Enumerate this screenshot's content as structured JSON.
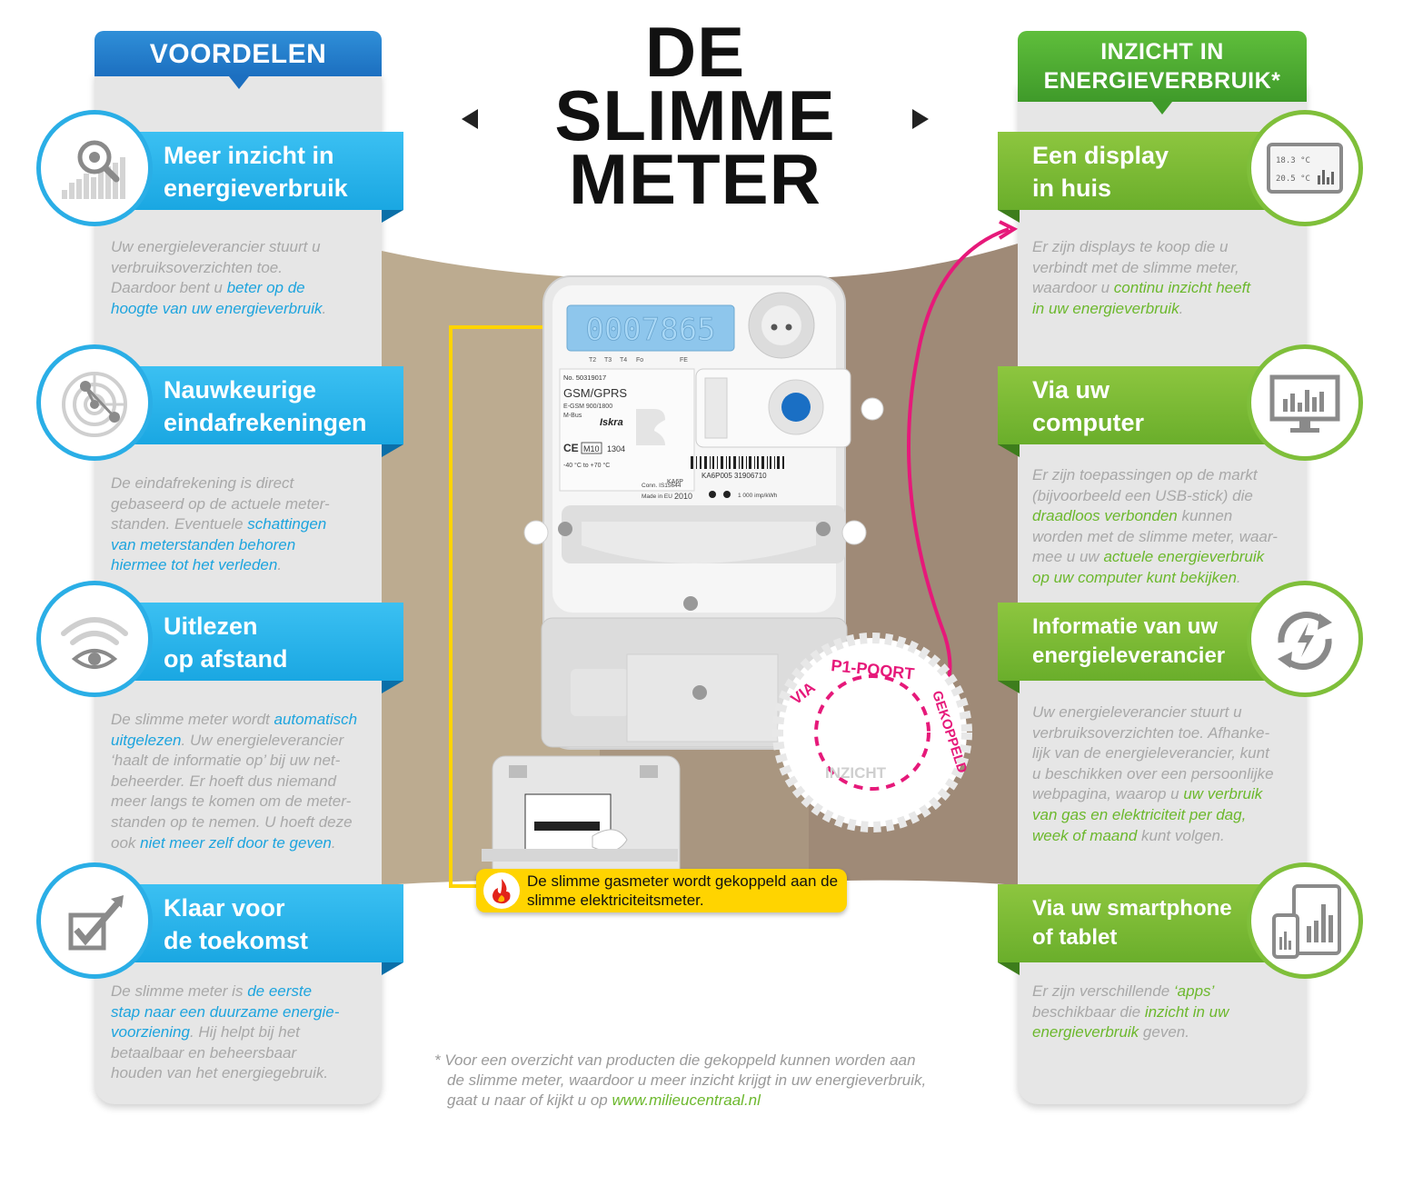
{
  "title": {
    "line1": "DE",
    "line2": "SLIMME",
    "line3": "METER"
  },
  "left": {
    "header": "VOORDELEN",
    "items": [
      {
        "title1": "Meer inzicht in",
        "title2": "energieverbruik",
        "icon": "magnifier-chart-icon",
        "desc": [
          [
            "Uw energieleverancier stuurt u"
          ],
          [
            "verbruiksoverzichten toe."
          ],
          [
            "Daardoor bent u ",
            "beter op de"
          ],
          [
            "hoogte van uw energieverbruik",
            "."
          ]
        ]
      },
      {
        "title1": "Nauwkeurige",
        "title2": "eindafrekeningen",
        "icon": "radar-icon",
        "desc": [
          [
            "De eindafrekening is direct"
          ],
          [
            "gebaseerd op de actuele meter-"
          ],
          [
            "standen. Eventuele ",
            "schattingen"
          ],
          [
            "van meterstanden behoren"
          ],
          [
            "hiermee tot het verleden",
            "."
          ]
        ]
      },
      {
        "title1": "Uitlezen",
        "title2": "op afstand",
        "icon": "wireless-eye-icon",
        "desc": [
          [
            "De slimme meter wordt ",
            "automatisch"
          ],
          [
            "uitgelezen",
            ". Uw energieleverancier"
          ],
          [
            "‘haalt de informatie op’ bij uw net-"
          ],
          [
            "beheerder. Er hoeft dus niemand"
          ],
          [
            "meer langs te komen om de meter-"
          ],
          [
            "standen op te nemen. U hoeft deze"
          ],
          [
            "ook ",
            "niet meer zelf door te geven",
            "."
          ]
        ]
      },
      {
        "title1": "Klaar voor",
        "title2": "de toekomst",
        "icon": "checkbox-arrow-icon",
        "desc": [
          [
            "De slimme meter is ",
            "de eerste"
          ],
          [
            "stap naar een duurzame energie-"
          ],
          [
            "voorziening",
            ". Hij helpt bij het"
          ],
          [
            "betaalbaar en beheersbaar"
          ],
          [
            "houden van het energiegebruik."
          ]
        ]
      }
    ]
  },
  "right": {
    "header1": "INZICHT IN",
    "header2": "ENERGIEVERBRUIK*",
    "items": [
      {
        "title1": "Een display",
        "title2": "in huis",
        "icon": "home-display-icon",
        "display_temp1": "18.3 °C",
        "display_temp2": "20.5 °C",
        "desc": [
          [
            "Er zijn displays te koop die u"
          ],
          [
            "verbindt met de slimme meter,"
          ],
          [
            "waardoor u ",
            "continu inzicht heeft"
          ],
          [
            "in uw energieverbruik",
            "."
          ]
        ]
      },
      {
        "title1": "Via uw",
        "title2": "computer",
        "icon": "computer-monitor-icon",
        "desc": [
          [
            "Er zijn toepassingen op de markt"
          ],
          [
            "(bijvoorbeeld een USB-stick) die"
          ],
          [
            "draadloos verbonden",
            " kunnen"
          ],
          [
            "worden met de slimme meter, waar-"
          ],
          [
            "mee u uw ",
            "actuele energieverbruik"
          ],
          [
            "op uw computer kunt bekijken",
            "."
          ]
        ]
      },
      {
        "title1": "Informatie van uw",
        "title2": "energieleverancier",
        "icon": "refresh-lightning-icon",
        "desc": [
          [
            "Uw energieleverancier stuurt u"
          ],
          [
            "verbruiksoverzichten toe. Afhanke-"
          ],
          [
            "lijk van de energieleverancier, kunt"
          ],
          [
            "u beschikken over een persoonlijke"
          ],
          [
            "webpagina, waarop u ",
            "uw verbruik"
          ],
          [
            "van gas en elektriciteit per dag,"
          ],
          [
            "week of maand",
            " kunt volgen."
          ]
        ]
      },
      {
        "title1": "Via uw smartphone",
        "title2": "of tablet",
        "icon": "phone-tablet-icon",
        "desc": [
          [
            "Er zijn verschillende ",
            "‘apps’"
          ],
          [
            "beschikbaar die ",
            "inzicht in uw"
          ],
          [
            "energieverbruik",
            " geven."
          ]
        ]
      }
    ]
  },
  "meter": {
    "display_reading": "0007865",
    "tariff_labels": [
      "T2",
      "T3",
      "T4",
      "Fo",
      "FE"
    ],
    "serial": "No. 50319017",
    "type": "GSM/GPRS",
    "type_sub": "E-GSM 900/1800",
    "bus": "M-Bus",
    "brand": "Iskra",
    "ce": "CE",
    "cert": "M10",
    "cert_no": "1304",
    "temp_range": "-40 °C to +70 °C",
    "model": "KA6P",
    "conn": "Conn. IS15644",
    "made_in": "Made in EU",
    "year": "2010",
    "barcode_text": "KA6P005 31906710",
    "imp": "1 000 imp/kWh"
  },
  "badge": {
    "via": "VIA",
    "port": "P1-POORT",
    "coupled": "GEKOPPELD",
    "insight": "INZICHT"
  },
  "gas_note": {
    "line1": "De slimme gasmeter wordt gekoppeld",
    "line2": "aan de slimme elektriciteitsmeter."
  },
  "footnote": {
    "line1": "* Voor een overzicht van producten die gekoppeld kunnen worden aan",
    "line2": "de slimme meter, waardoor u meer inzicht krijgt in uw energieverbruik,",
    "line3a": "gaat u naar of kijkt u op ",
    "line3b": "www.milieucentraal.nl"
  },
  "colors": {
    "blue": "#1da4de",
    "green": "#6cb82d",
    "magenta": "#e6197a",
    "yellow": "#ffd400",
    "wall": "#b8a68b"
  }
}
